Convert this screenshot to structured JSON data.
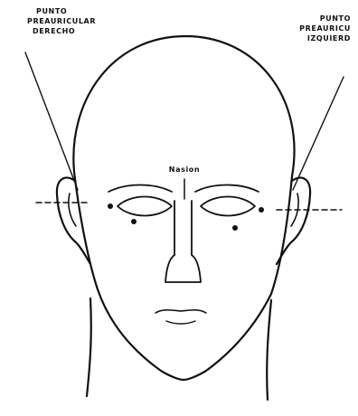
{
  "colors": {
    "ink": "#111111",
    "background": "#ffffff"
  },
  "labels": {
    "right_preauricular": [
      "PUNTO",
      "PREAURICULAR",
      "DERECHO"
    ],
    "left_preauricular": [
      "PUNTO",
      "PREAURICU",
      "IZQUIERD"
    ],
    "nasion": "Nasion"
  }
}
